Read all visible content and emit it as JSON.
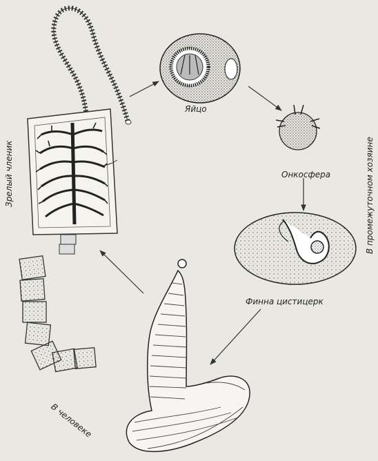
{
  "labels": {
    "egg": "Яйцо",
    "oncosphere": "Онкосфера",
    "finna": "Финна цистицерк",
    "in_human": "В человеке",
    "mature_segment": "Зрелый членик",
    "intermediate_host": "В промежуточном хозяине"
  },
  "colors": {
    "background": "#e9e8e3",
    "ink": "#222222"
  }
}
